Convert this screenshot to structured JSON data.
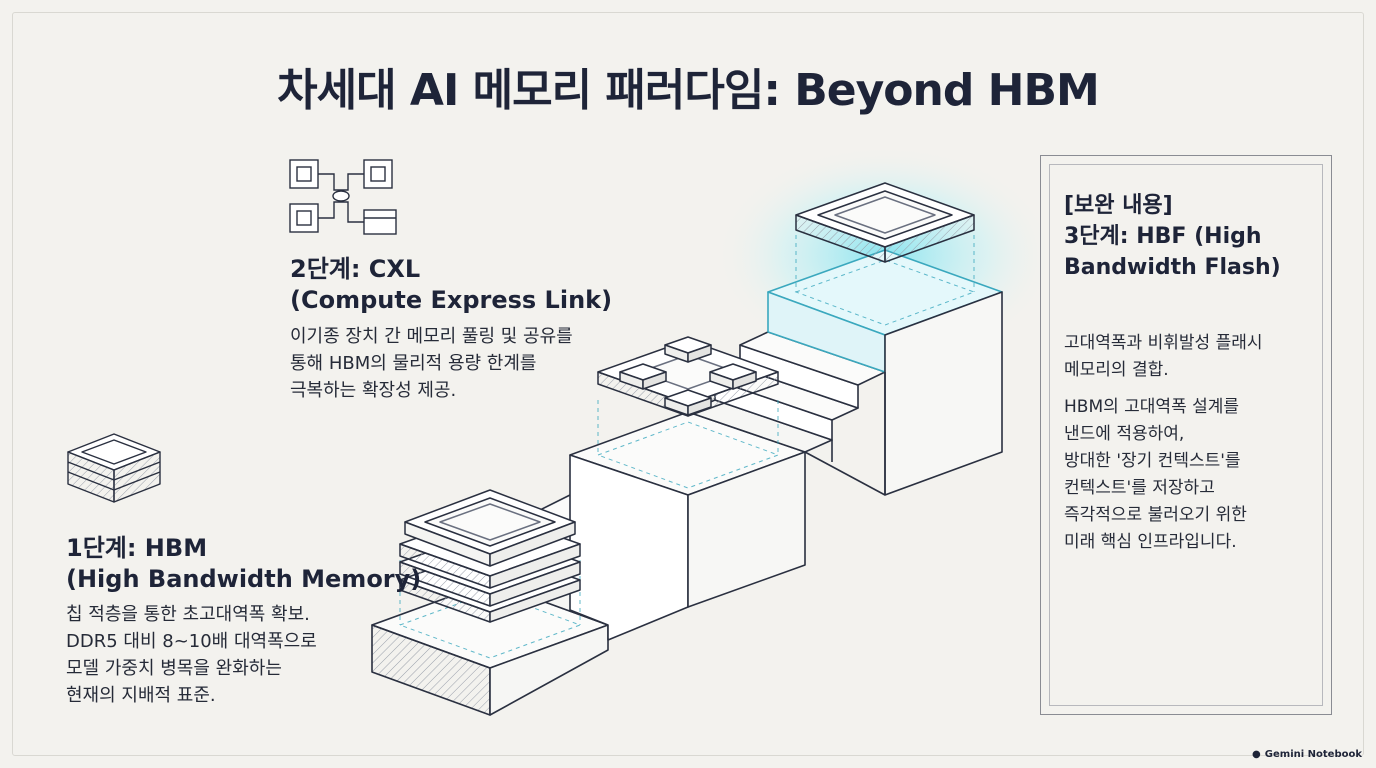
{
  "title": "차세대 AI 메모리 패러다임: Beyond HBM",
  "stages": [
    {
      "heading_line1": "1단계: HBM",
      "heading_line2": "(High Bandwidth Memory)",
      "body": [
        "칩 적층을 통한 초고대역폭 확보.",
        "DDR5 대비 8~10배 대역폭으로",
        "모델 가중치 병목을 완화하는",
        "현재의 지배적 표준."
      ]
    },
    {
      "heading_line1": "2단계: CXL",
      "heading_line2": "(Compute Express Link)",
      "body": [
        "이기종 장치 간 메모리 풀링 및 공유를",
        "통해 HBM의 물리적 용량 한계를",
        "극복하는 확장성 제공."
      ]
    },
    {
      "heading_line1": "[보완 내용]",
      "heading_line2": "3단계: HBF (High",
      "heading_line3": "Bandwidth Flash)",
      "body_a": [
        "고대역폭과 비휘발성 플래시",
        "메모리의 결합."
      ],
      "body_b": [
        "HBM의 고대역폭 설계를",
        "낸드에 적용하여,",
        "방대한 '장기 컨텍스트'를",
        "컨텍스트'를 저장하고",
        "즉각적으로 불러오기 위한",
        "미래 핵심 인프라입니다."
      ]
    }
  ],
  "colors": {
    "ink": "#1e2438",
    "glow": "#7fe3f0",
    "background": "#f3f2ee"
  },
  "icons": [
    "hbm-stack-icon",
    "cxl-network-icon"
  ],
  "watermark": "Gemini Notebook"
}
